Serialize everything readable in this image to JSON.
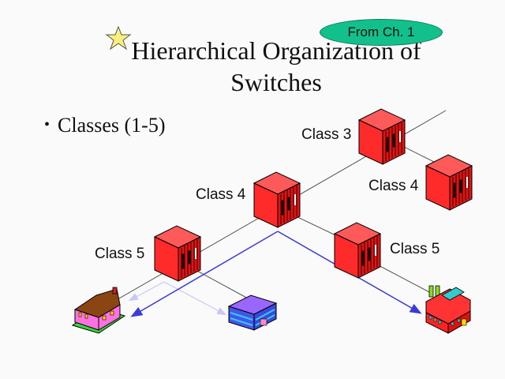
{
  "slide": {
    "title_line1": "Hierarchical Organization of",
    "title_line2": "Switches",
    "badge": "From Ch. 1",
    "bullets": [
      {
        "text": "Classes (1-5)"
      }
    ],
    "icons": {
      "star": "star-icon",
      "switch": "switch-icon",
      "house": "house-icon",
      "office": "office-building-icon",
      "factory": "factory-icon"
    },
    "colors": {
      "background": "#fafafa",
      "badge": "#12c08c",
      "switch": "#ff2a2a",
      "path": "#3b3bd8",
      "path_faint": "#c8c8f4",
      "star": "#f8f07a"
    }
  },
  "diagram": {
    "switches": [
      {
        "id": "class3",
        "label": "Class 3"
      },
      {
        "id": "class4a",
        "label": "Class 4"
      },
      {
        "id": "class4b",
        "label": "Class 4"
      },
      {
        "id": "class5a",
        "label": "Class 5"
      },
      {
        "id": "class5b",
        "label": "Class 5"
      }
    ],
    "endpoints": [
      {
        "id": "house",
        "label": ""
      },
      {
        "id": "office",
        "label": ""
      },
      {
        "id": "factory",
        "label": ""
      }
    ]
  }
}
